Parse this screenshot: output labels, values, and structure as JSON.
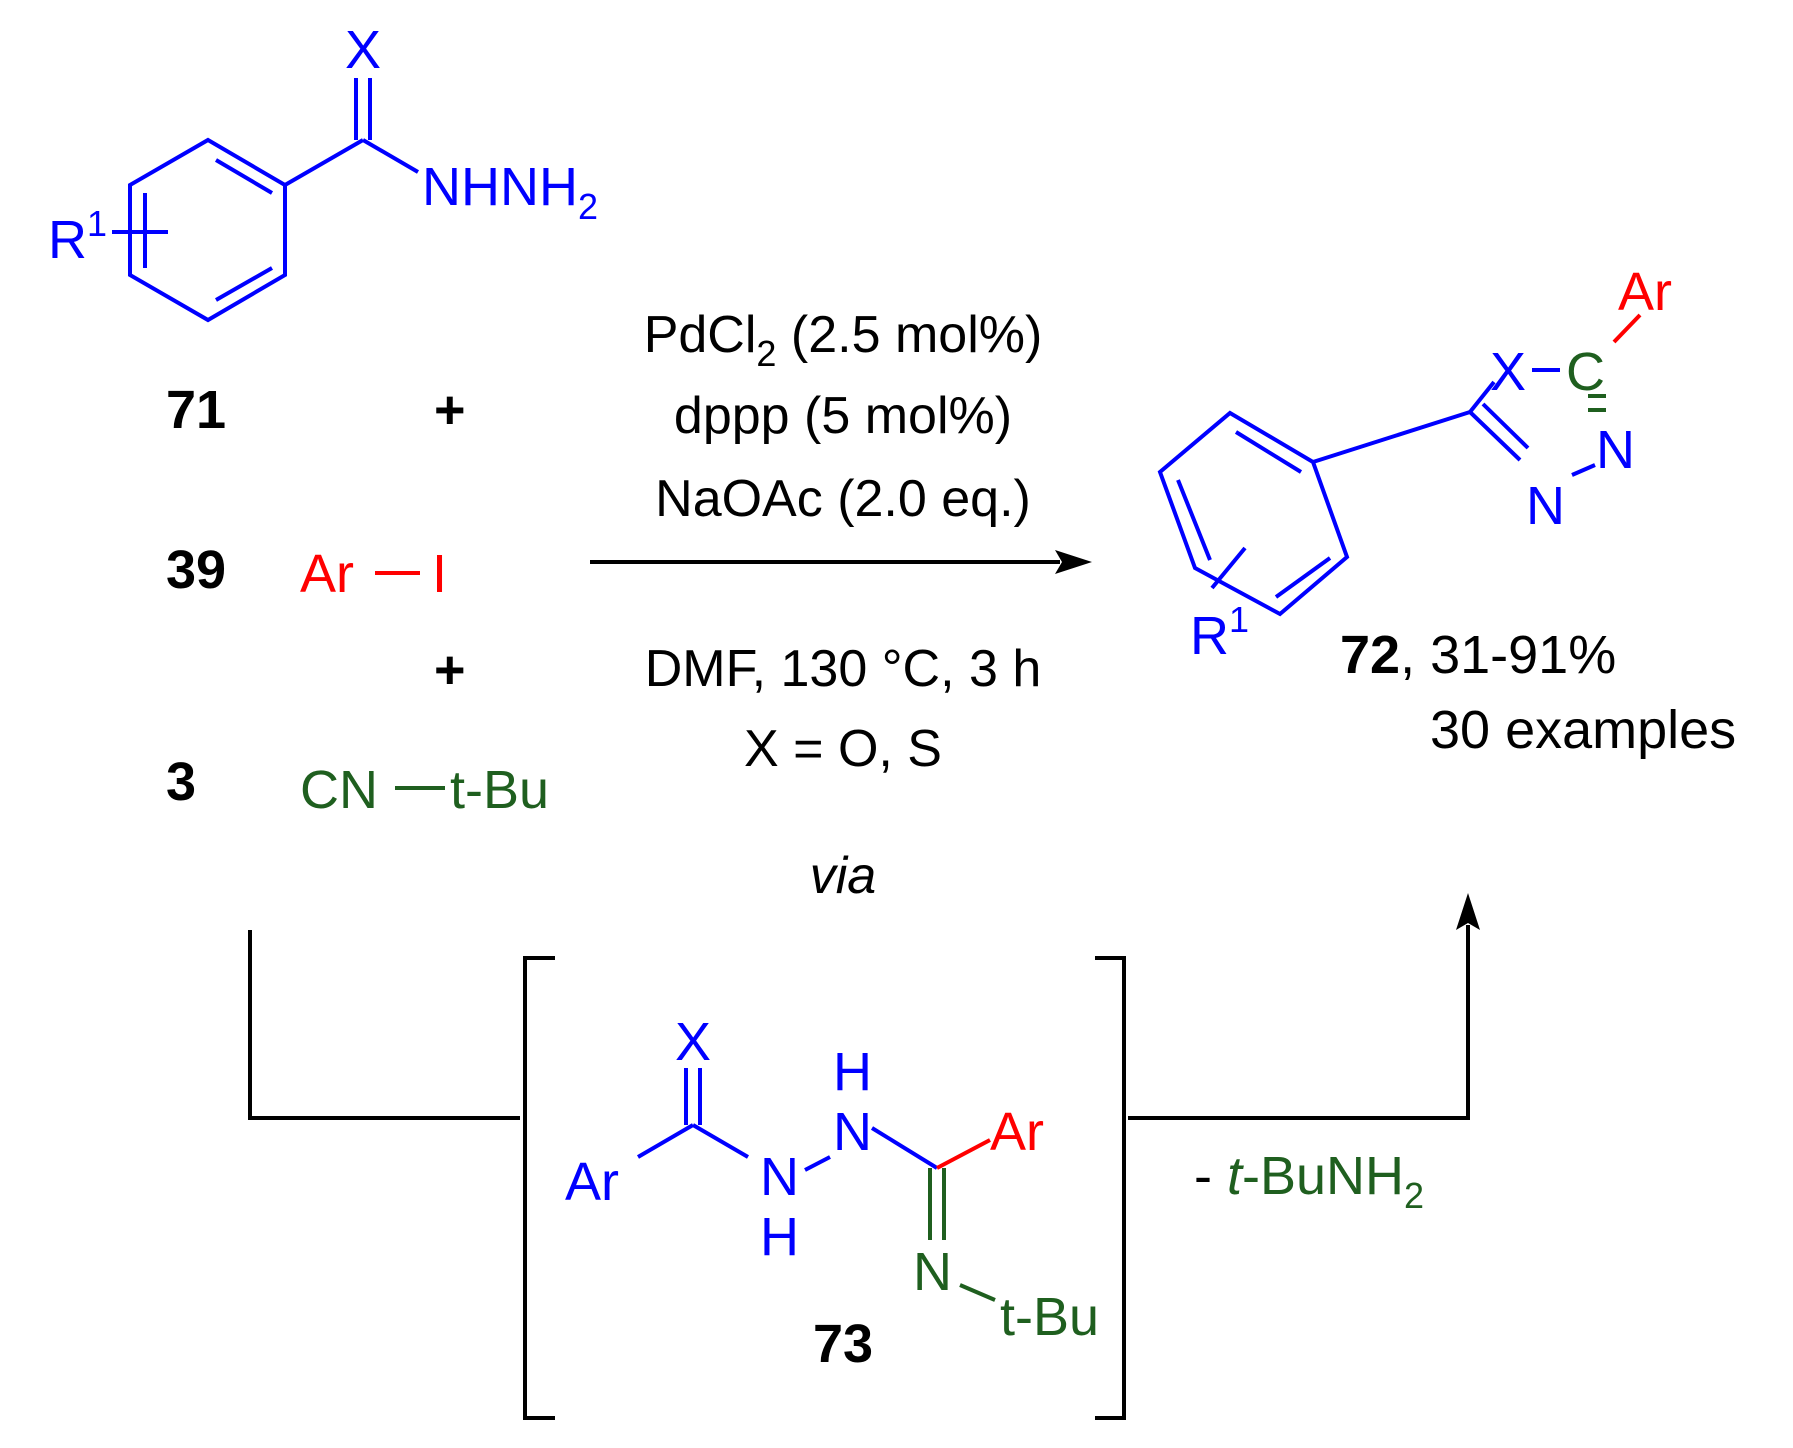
{
  "reactant_71": {
    "number": "71",
    "x_atom": "X",
    "nh_group": "NHNH",
    "nh_subscript": "2",
    "r_group": "R",
    "r_superscript": "1"
  },
  "reactant_39": {
    "number": "39",
    "ar": "Ar",
    "i": "I"
  },
  "reactant_3": {
    "number": "3",
    "cn": "CN",
    "tbu": "t-Bu"
  },
  "plus": "+",
  "conditions": {
    "catalyst_main": "PdCl",
    "catalyst_subscript": "2",
    "catalyst_amount": " (2.5 mol%)",
    "ligand": "dppp (5 mol%)",
    "base": "NaOAc (2.0 eq.)",
    "solvent_temp_time": "DMF, 130 °C, 3 h",
    "x_def": "X = O, S"
  },
  "via": "via",
  "product_72": {
    "number": "72",
    "yield": ", 31-91%",
    "examples": "30 examples",
    "ar": "Ar",
    "x": "X",
    "c": "C",
    "n1": "N",
    "n2": "N",
    "r_group": "R",
    "r_superscript": "1"
  },
  "intermediate_73": {
    "number": "73",
    "x": "X",
    "ar_left": "Ar",
    "n_left": "N",
    "h_left": "H",
    "n_right": "N",
    "h_right": "H",
    "ar_right": "Ar",
    "n_imine": "N",
    "tbu": "t-Bu"
  },
  "byproduct": {
    "prefix": "- ",
    "t": "t",
    "rest": "-BuNH",
    "subscript": "2"
  }
}
